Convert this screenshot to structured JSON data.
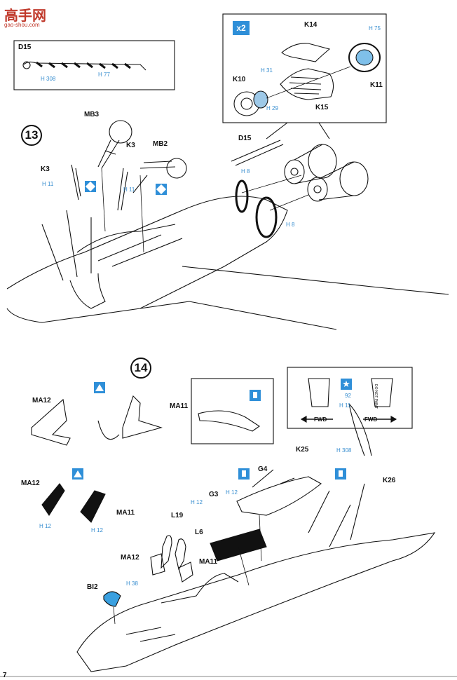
{
  "watermark": {
    "text": "高手网",
    "url": "gao-shou.com"
  },
  "steps": {
    "s13": "13",
    "s14": "14"
  },
  "parts": {
    "d15_inset": "D15",
    "d15": "D15",
    "mb3": "MB3",
    "mb2": "MB2",
    "k3a": "K3",
    "k3b": "K3",
    "k14": "K14",
    "k10": "K10",
    "k11": "K11",
    "k15": "K15",
    "ma12_a": "MA12",
    "ma11_a": "MA11",
    "ma12_b": "MA12",
    "ma11_b": "MA11",
    "ma12_c": "MA12",
    "ma11_c": "MA11",
    "g4": "G4",
    "g3": "G3",
    "k25": "K25",
    "k26": "K26",
    "l19": "L19",
    "l6": "L6",
    "bi2": "BI2"
  },
  "paint": {
    "h308_inset": "H 308",
    "h77_inset": "H 77",
    "h75": "H 75",
    "h31": "H 31",
    "h29": "H 29",
    "h8a": "H 8",
    "h8b": "H 8",
    "h11a": "H 11",
    "h11b": "H 11",
    "h12a": "H 12",
    "h12b": "H 12",
    "h12c": "H 12",
    "h12d": "H 12",
    "h308": "H 308",
    "h38": "H 38",
    "h92": "92",
    "h11c": "H 11"
  },
  "multiplier": "x2",
  "labels": {
    "fwd_left": "FWD",
    "fwd_right": "FWD",
    "do_not_paint": "DO NOT PAINT"
  },
  "page_number": "7",
  "colors": {
    "accent_blue": "#2f8fd8",
    "ink": "#111111",
    "watermark_red": "#c0392b"
  }
}
